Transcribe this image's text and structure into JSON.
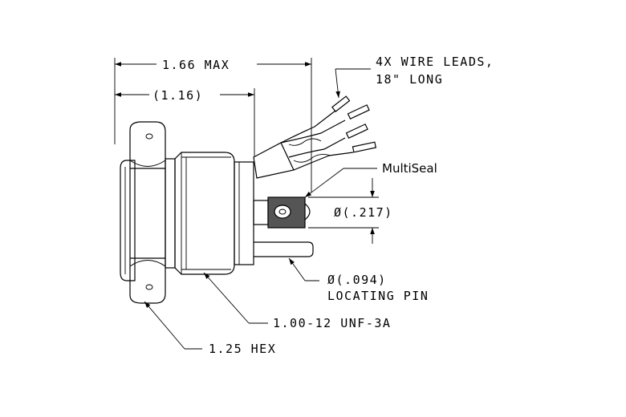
{
  "dimensions": {
    "overall_length": "1.66 MAX",
    "body_length": "(1.16)",
    "multiseal_diameter": "Ø(.217)",
    "pin_diameter": "Ø(.094)"
  },
  "callouts": {
    "wire_leads_line1": "4X WIRE LEADS,",
    "wire_leads_line2": "18\" LONG",
    "multiseal": "MultiSeal",
    "locating_pin": "LOCATING PIN",
    "thread": "1.00-12 UNF-3A",
    "hex": "1.25 HEX"
  }
}
